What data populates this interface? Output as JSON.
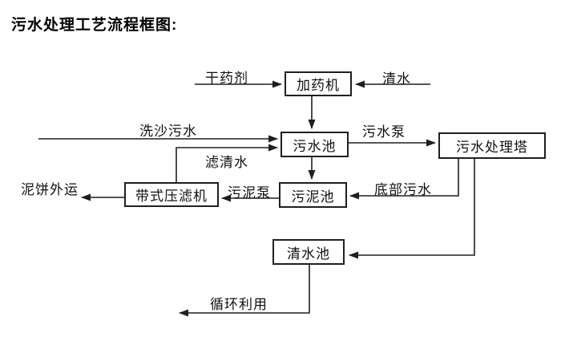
{
  "page": {
    "title": "污水处理工艺流程框图:"
  },
  "diagram": {
    "boxes": {
      "dosing_machine": "加药机",
      "sewage_pool": "污水池",
      "treatment_tower": "污水处理塔",
      "sludge_pool": "污泥池",
      "belt_filter_press": "带式压滤机",
      "clean_water_pool": "清水池"
    },
    "labels": {
      "dry_chemical": "干药剂",
      "clean_water": "清水",
      "sand_washing_sewage": "洗沙污水",
      "filtered_water": "滤清水",
      "sewage_pump": "污水泵",
      "bottom_sewage": "底部污水",
      "sludge_pump": "污泥泵",
      "mud_cake_out": "泥饼外运",
      "recycle_use": "循环利用"
    },
    "flow": [
      {
        "from": "干药剂",
        "to": "加药机",
        "label": "干药剂"
      },
      {
        "from": "清水",
        "to": "加药机",
        "label": "清水"
      },
      {
        "from": "加药机",
        "to": "污水池",
        "label": ""
      },
      {
        "from": "洗沙污水",
        "to": "污水池",
        "label": "洗沙污水"
      },
      {
        "from": "带式压滤机",
        "to": "污水池",
        "label": "滤清水"
      },
      {
        "from": "污水池",
        "to": "污水处理塔",
        "label": "污水泵"
      },
      {
        "from": "污水池",
        "to": "污泥池",
        "label": ""
      },
      {
        "from": "污水处理塔",
        "to": "污泥池",
        "label": "底部污水"
      },
      {
        "from": "污水处理塔",
        "to": "清水池",
        "label": ""
      },
      {
        "from": "污泥池",
        "to": "带式压滤机",
        "label": "污泥泵"
      },
      {
        "from": "带式压滤机",
        "to": "泥饼外运",
        "label": "泥饼外运"
      },
      {
        "from": "清水池",
        "to": "循环利用",
        "label": "循环利用"
      }
    ],
    "colors": {
      "line": "#1f1f1f",
      "text": "#000000",
      "background": "#ffffff"
    }
  }
}
